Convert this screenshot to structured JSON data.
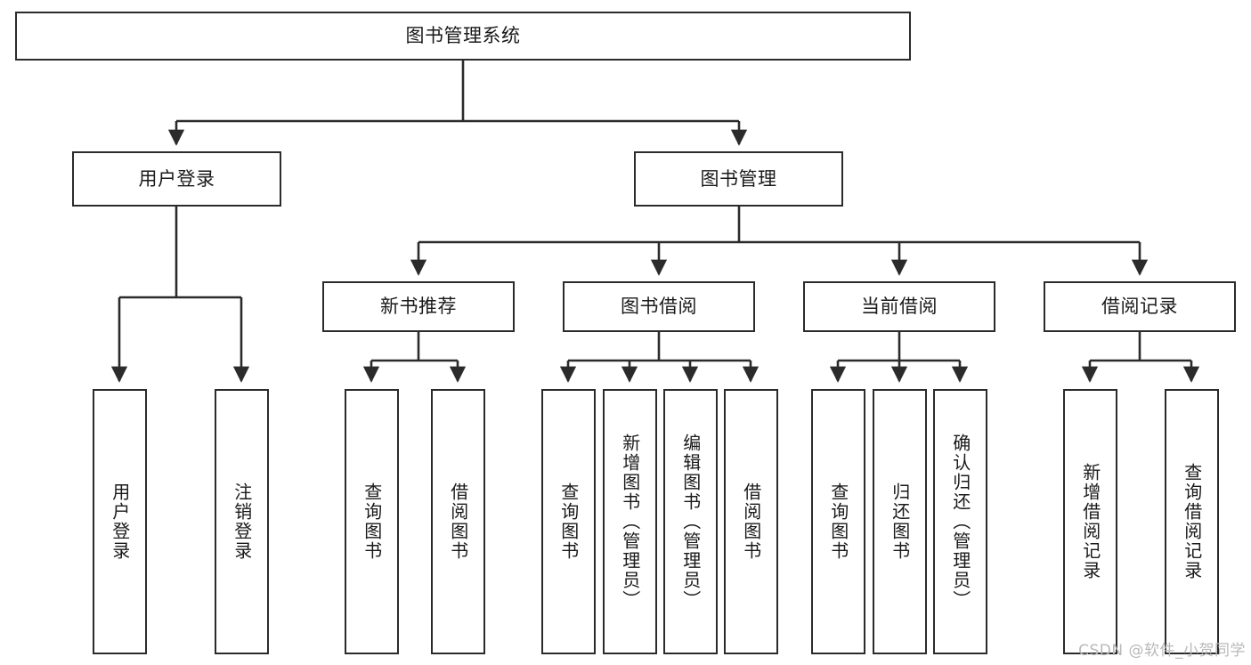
{
  "diagram": {
    "type": "tree-hierarchy",
    "title": "图书管理系统",
    "watermark": "CSDN @软件_小贺同学",
    "colors": {
      "box_border": "#2b2b2b",
      "box_fill": "#ffffff",
      "edge": "#2b2b2b",
      "text": "#1a1a1a",
      "watermark": "#b9b9b9",
      "background": "#ffffff"
    },
    "root": {
      "label": "图书管理系统"
    },
    "level1": [
      {
        "label": "用户登录"
      },
      {
        "label": "图书管理"
      }
    ],
    "level2": [
      {
        "label": "新书推荐"
      },
      {
        "label": "图书借阅"
      },
      {
        "label": "当前借阅"
      },
      {
        "label": "借阅记录"
      }
    ],
    "leaves": {
      "user_login": [
        {
          "label": "用户登录"
        },
        {
          "label": "注销登录"
        }
      ],
      "new_book_recommend": [
        {
          "label": "查询图书"
        },
        {
          "label": "借阅图书"
        }
      ],
      "book_borrow": [
        {
          "label": "查询图书"
        },
        {
          "label": "新增图书（管理员）"
        },
        {
          "label": "编辑图书（管理员）"
        },
        {
          "label": "借阅图书"
        }
      ],
      "current_borrow": [
        {
          "label": "查询图书"
        },
        {
          "label": "归还图书"
        },
        {
          "label": "确认归还（管理员）"
        }
      ],
      "borrow_record": [
        {
          "label": "新增借阅记录"
        },
        {
          "label": "查询借阅记录"
        }
      ]
    }
  }
}
